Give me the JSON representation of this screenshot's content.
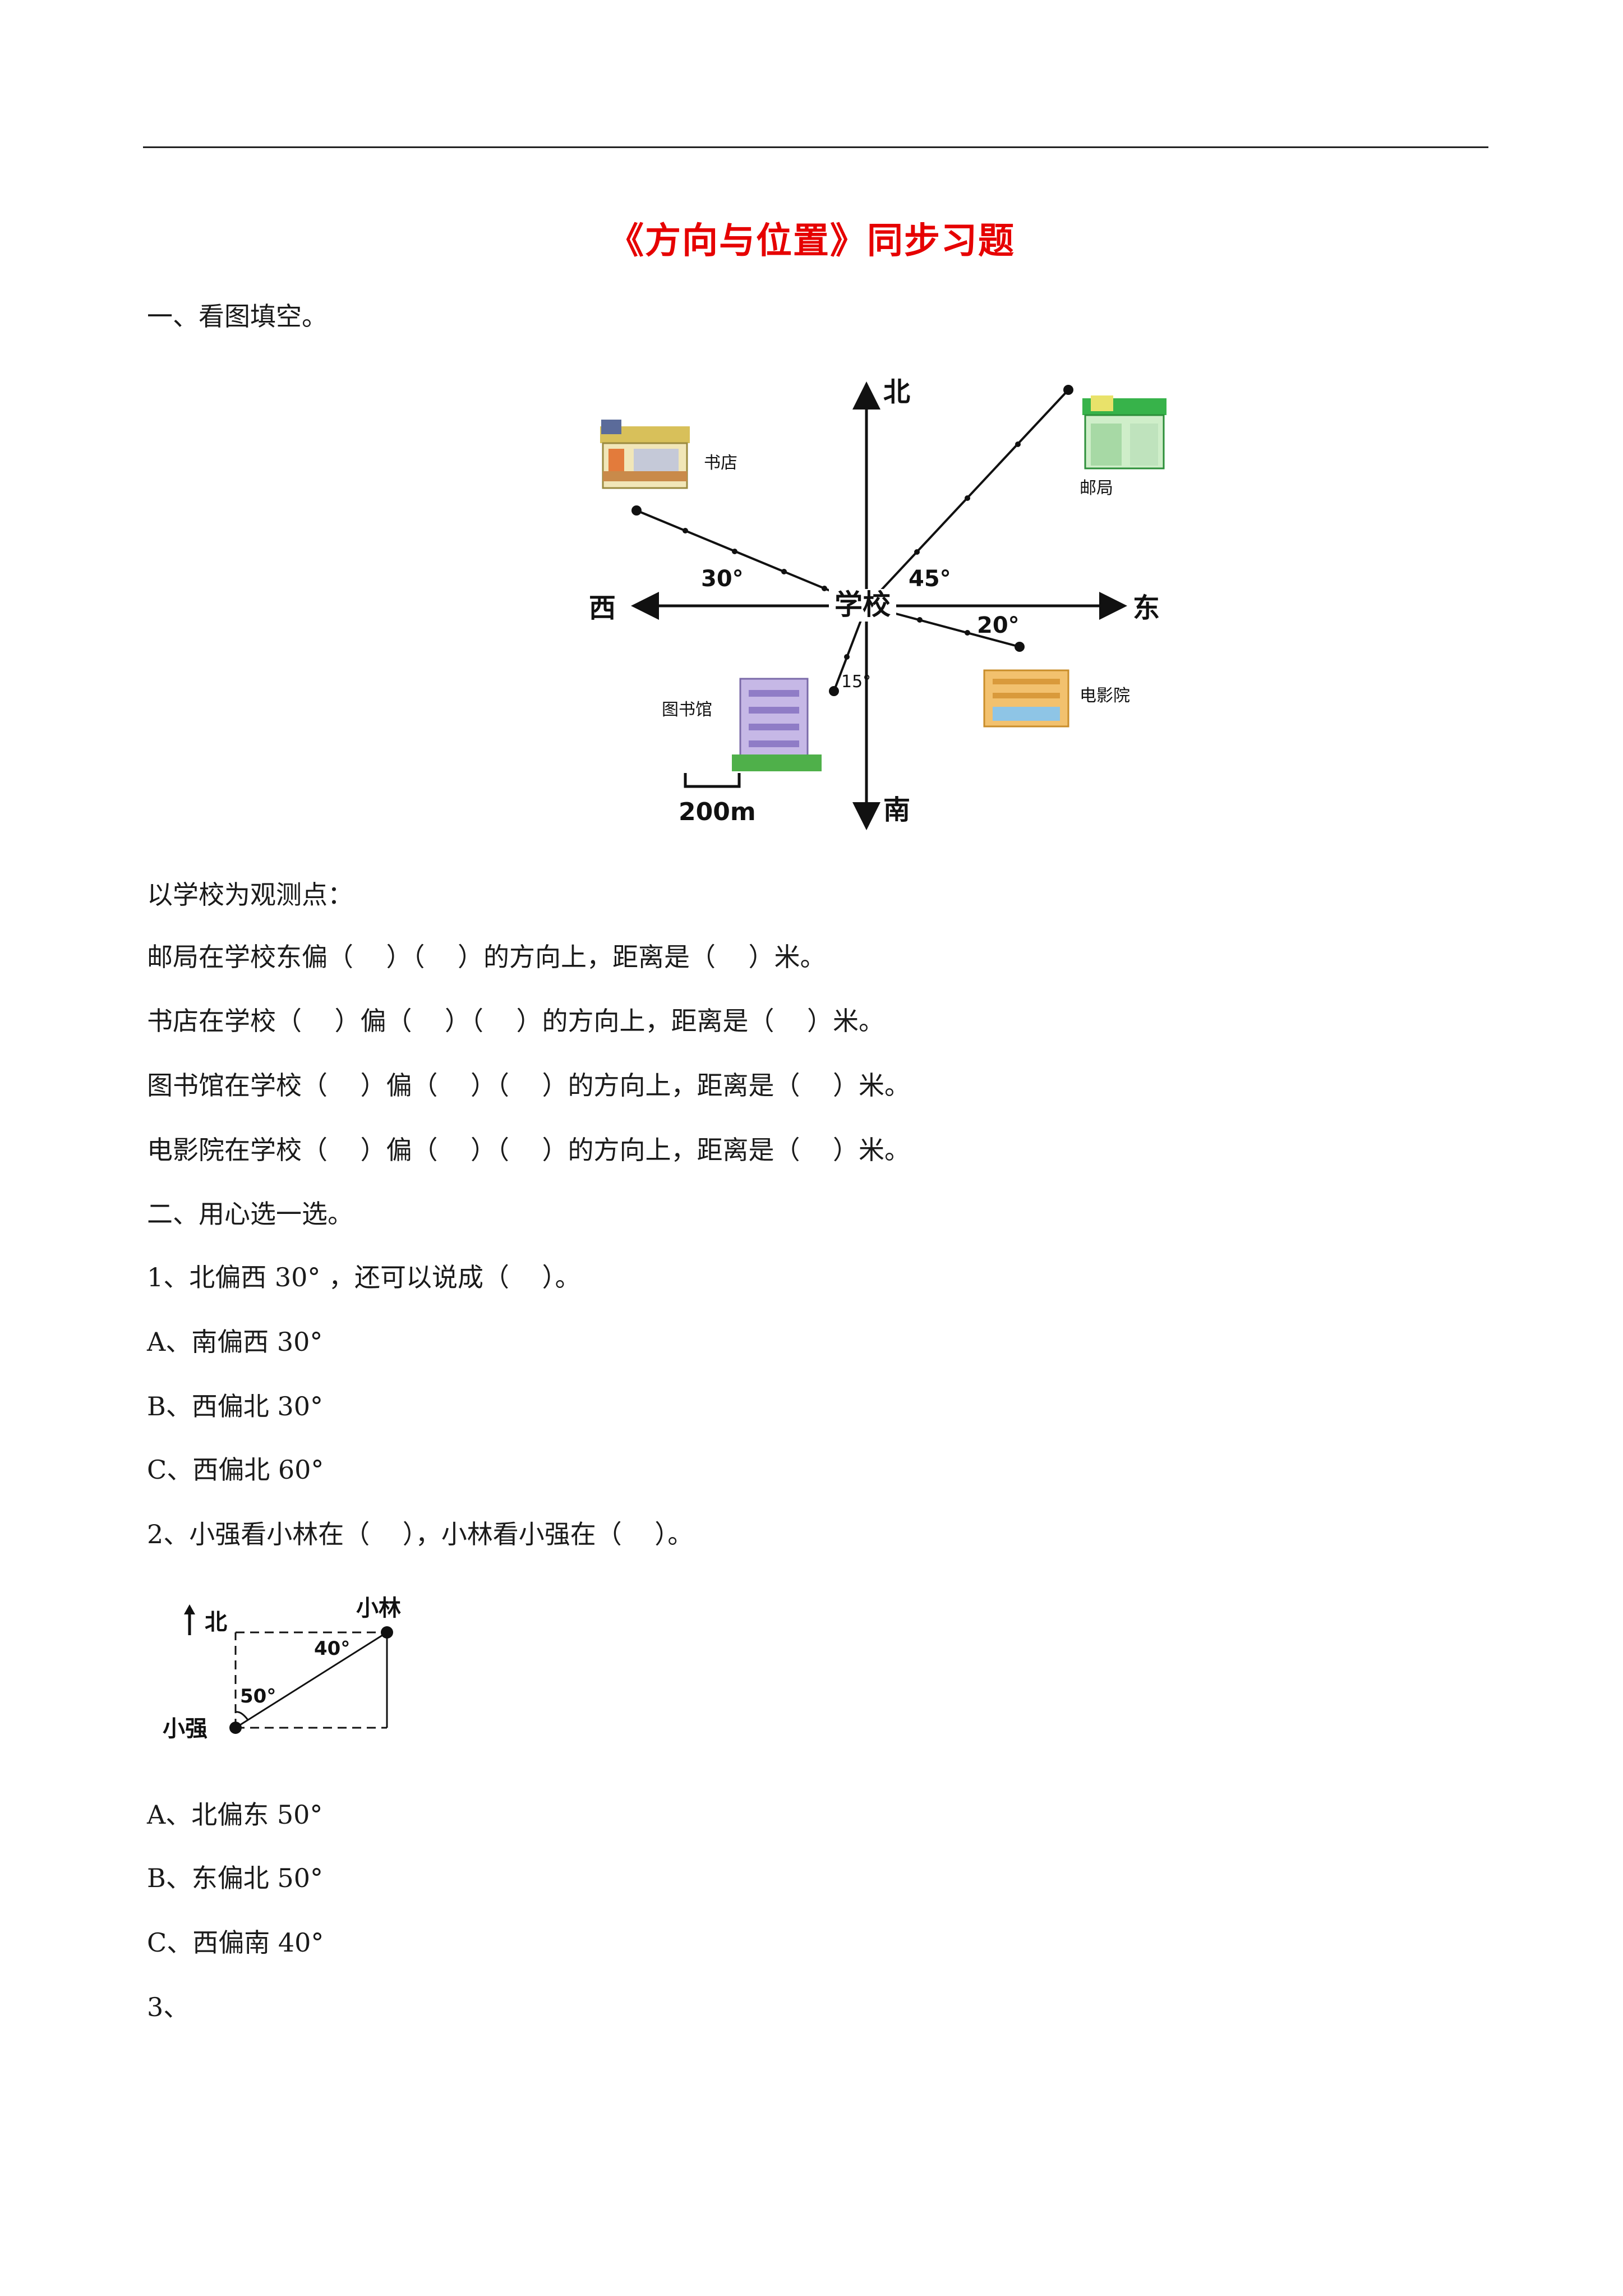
{
  "title": "《方向与位置》同步习题",
  "section1": {
    "heading": "一、看图填空。",
    "map": {
      "north": "北",
      "south": "南",
      "east": "东",
      "west": "西",
      "center": "学校",
      "bookstore": "书店",
      "post_office": "邮局",
      "library": "图书馆",
      "cinema": "电影院",
      "angle_west": "30°",
      "angle_post": "45°",
      "angle_east": "20°",
      "angle_south": "15°",
      "scale": "200m"
    },
    "intro": "以学校为观测点：",
    "q1": "邮局在学校东偏（    ）（    ）的方向上，距离是（    ）米。",
    "q2": "书店在学校（    ）偏（    ）（    ）的方向上，距离是（    ）米。",
    "q3": "图书馆在学校（    ）偏（    ）（    ）的方向上，距离是（    ）米。",
    "q4": "电影院在学校（    ）偏（    ）（    ）的方向上，距离是（    ）米。"
  },
  "section2": {
    "heading": "二、用心选一选。",
    "q1": {
      "text": "1、北偏西 30° ，还可以说成（    ）。",
      "options": [
        "A、南偏西 30°",
        "B、西偏北 30°",
        "C、西偏北 60°"
      ]
    },
    "q2": {
      "text": "2、小强看小林在（    ），小林看小强在（    ）。",
      "fig": {
        "north": "北",
        "a": "小林",
        "b": "小强",
        "angle_a": "40°",
        "angle_b": "50°"
      },
      "options": [
        "A、北偏东 50°",
        "B、东偏北 50°",
        "C、西偏南 40°"
      ]
    },
    "q3": {
      "text": "3、"
    }
  }
}
